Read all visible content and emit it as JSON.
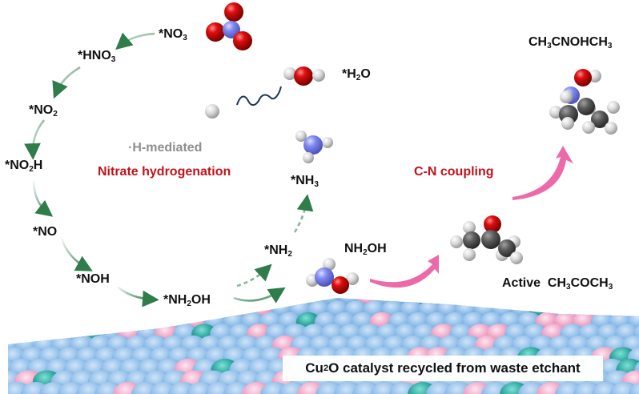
{
  "title": "H-mediated nitrate hydrogenation and C-N coupling on Cu2O catalyst",
  "pathway": {
    "no3": {
      "pre": "*NO",
      "sub": "3",
      "post": ""
    },
    "hno3": {
      "pre": "*HNO",
      "sub": "3",
      "post": ""
    },
    "no2": {
      "pre": "*NO",
      "sub": "2",
      "post": ""
    },
    "no2h": {
      "pre": "*NO",
      "sub": "2",
      "post": "H"
    },
    "no": {
      "pre": "*NO",
      "sub": "",
      "post": ""
    },
    "noh": {
      "pre": "*NOH",
      "sub": "",
      "post": ""
    },
    "nh2oh": {
      "pre": "*NH",
      "sub": "2",
      "post": "OH"
    },
    "nh2": {
      "pre": "*NH",
      "sub": "2",
      "post": ""
    },
    "nh3": {
      "pre": "*NH",
      "sub": "3",
      "post": ""
    },
    "h2o": {
      "pre": "*H",
      "sub": "2",
      "post": "O"
    }
  },
  "labels": {
    "h_mediated": "·H-mediated",
    "nitrate_hydrogenation": "Nitrate hydrogenation",
    "cn_coupling": "C-N coupling",
    "free_nh2oh": {
      "pre": "NH",
      "sub": "2",
      "post": "OH"
    },
    "acetone": {
      "prefix": "Active  CH",
      "s1": "3",
      "mid": "COCH",
      "s2": "3"
    },
    "oxime": {
      "pre": "CH",
      "s1": "3",
      "mid": "CNOHCH",
      "s2": "3"
    },
    "banner": {
      "pre": "Cu",
      "sub": "2",
      "post": "O catalyst recycled from waste etchant"
    }
  },
  "colors": {
    "arrow_green": "#2e7d4a",
    "arrow_pink": "#ec6aa9",
    "title_red": "#c0121b",
    "gray_text": "#8f8f8f",
    "atom_O": "#cc0000",
    "atom_N": "#7f86f0",
    "atom_H": "#dcdcdc",
    "atom_C": "#555555",
    "surface_cu": "#8dbbe8",
    "surface_pink": "#f0a8c8",
    "surface_teal": "#2ea79e"
  }
}
